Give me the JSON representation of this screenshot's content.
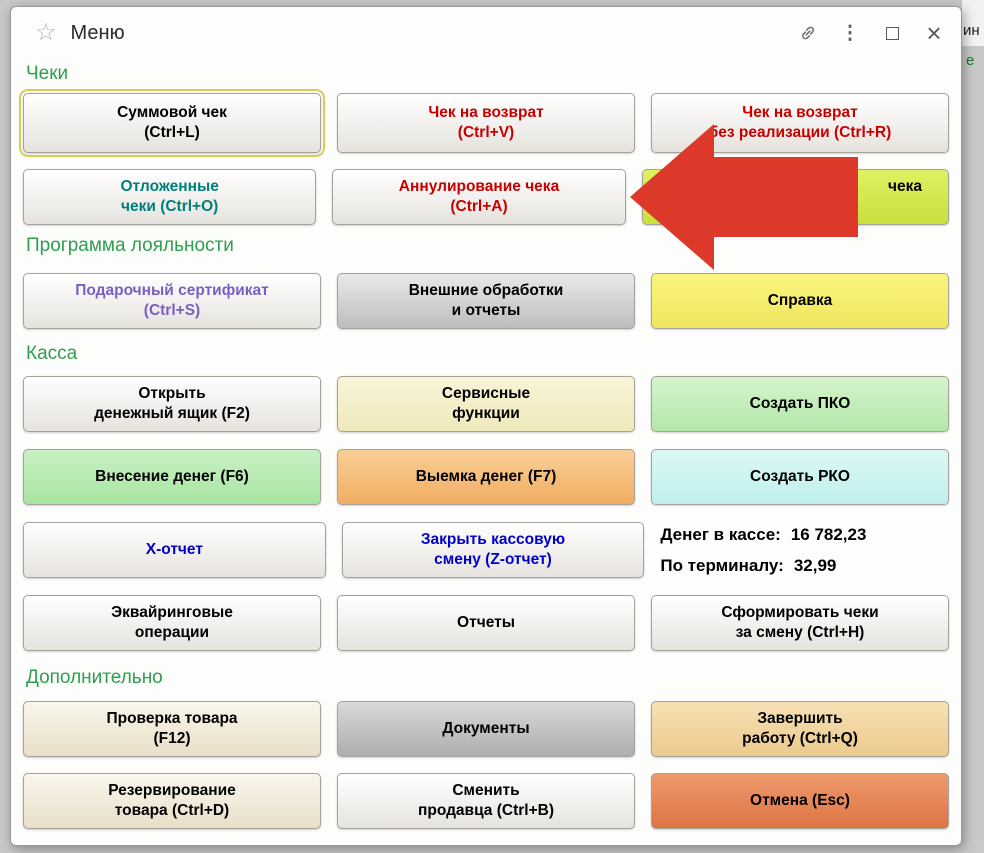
{
  "titlebar": {
    "title": "Меню",
    "icons": {
      "star_glyph": "☆",
      "more_glyph": "⋮",
      "close_glyph": "×"
    }
  },
  "sections": {
    "checks": {
      "title": "Чеки"
    },
    "loyalty": {
      "title": "Программа лояльности"
    },
    "cash": {
      "title": "Касса"
    },
    "extra": {
      "title": "Дополнительно"
    }
  },
  "buttons": {
    "sum_check": {
      "label": "Суммовой чек\n(Ctrl+L)"
    },
    "return_check": {
      "label": "Чек на возврат\n(Ctrl+V)"
    },
    "return_no_sale": {
      "label": "Чек на возврат\nбез реализации (Ctrl+R)"
    },
    "deferred": {
      "label": "Отложенные\nчеки (Ctrl+O)"
    },
    "annul": {
      "label": "Аннулирование чека\n(Ctrl+A)"
    },
    "copy_check_partial": {
      "label": "чека"
    },
    "gift_cert": {
      "label": "Подарочный сертификат\n(Ctrl+S)"
    },
    "external": {
      "label": "Внешние обработки\nи отчеты"
    },
    "help": {
      "label": "Справка"
    },
    "open_drawer": {
      "label": "Открыть\nденежный ящик (F2)"
    },
    "service": {
      "label": "Сервисные\nфункции"
    },
    "pko": {
      "label": "Создать ПКО"
    },
    "deposit": {
      "label": "Внесение денег (F6)"
    },
    "withdraw": {
      "label": "Выемка денег (F7)"
    },
    "rko": {
      "label": "Создать РКО"
    },
    "x_report": {
      "label": "X-отчет"
    },
    "z_report": {
      "label": "Закрыть кассовую\nсмену (Z-отчет)"
    },
    "acquiring": {
      "label": "Эквайринговые\nоперации"
    },
    "reports": {
      "label": "Отчеты"
    },
    "gen_checks": {
      "label": "Сформировать чеки\nза смену (Ctrl+H)"
    },
    "product_check": {
      "label": "Проверка товара\n(F12)"
    },
    "documents": {
      "label": "Документы"
    },
    "finish": {
      "label": "Завершить\nработу (Ctrl+Q)"
    },
    "reserve": {
      "label": "Резервирование\nтовара (Ctrl+D)"
    },
    "change_seller": {
      "label": "Сменить\nпродавца (Ctrl+B)"
    },
    "cancel": {
      "label": "Отмена (Esc)"
    }
  },
  "cash_info": {
    "cash_label": "Денег в кассе:",
    "cash_value": "16 782,23",
    "terminal_label": "По терминалу:",
    "terminal_value": "32,99"
  },
  "background_fragments": {
    "top_right_1": "ин",
    "top_right_2": "е"
  },
  "colors": {
    "section_title": "#2e9e50",
    "danger_text": "#c80000",
    "teal_text": "#00807a",
    "purple_text": "#7a5fc0",
    "blue_text": "#0000cd",
    "arrow_red": "#dc392b",
    "help_yellow": "#f5ee6e",
    "copy_check_green": "#d3e84f",
    "service_cream": "#f3eec9",
    "pko_green": "#c5eebc",
    "deposit_green": "#bcecb5",
    "withdraw_orange": "#f5bd7c",
    "rko_cyan": "#cef4f1",
    "documents_gray": "#c4c4c4",
    "finish_tan": "#f1d5a0",
    "cancel_salmon": "#e68257"
  }
}
